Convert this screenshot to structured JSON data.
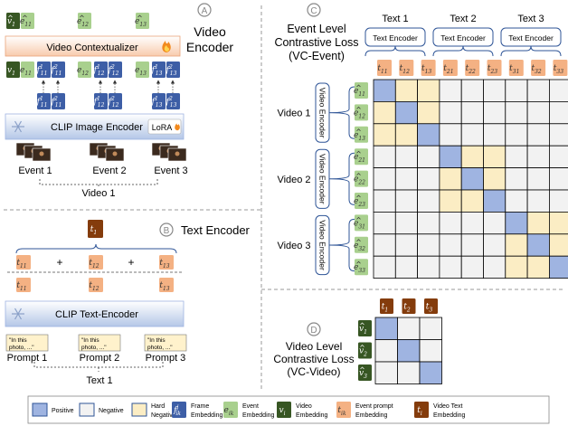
{
  "colors": {
    "positive": "#9fb4e1",
    "negative": "#f2f2f2",
    "hard_negative": "#fbedc4",
    "frame_embedding": "#3d5ea6",
    "event_embedding": "#a9d08e",
    "video_embedding": "#375623",
    "event_prompt_embedding": "#f4b183",
    "video_text_embedding": "#843c0c",
    "contextualizer_top": "#ffffff",
    "contextualizer_bottom": "#f8cbad",
    "clip_bottom": "#b4c7e7"
  },
  "icons": [
    "fire-icon",
    "snowflake-icon",
    "lora-fire-icon"
  ],
  "section_a": {
    "marker": "A",
    "title_line1": "Video",
    "title_line2": "Encoder",
    "contextualizer_label": "Video Contextualizer",
    "clip_label": "CLIP Image Encoder",
    "lora_label": "LoRA",
    "events": [
      "Event 1",
      "Event 2",
      "Event 3"
    ],
    "video_label": "Video 1",
    "top_tokens": [
      {
        "main": "v",
        "sub": "1",
        "kind": "video",
        "hat": true
      },
      {
        "main": "e",
        "sub": "11",
        "kind": "event",
        "hat": true
      },
      {
        "main": "e",
        "sub": "12",
        "kind": "event",
        "hat": true
      },
      {
        "main": "e",
        "sub": "13",
        "kind": "event",
        "hat": true
      }
    ],
    "mid_tokens": [
      {
        "main": "v",
        "sub": "1",
        "kind": "video"
      },
      {
        "main": "e",
        "sub": "11",
        "kind": "event"
      },
      {
        "main": "f",
        "sub": "11",
        "sup": "1",
        "kind": "frame"
      },
      {
        "main": "f",
        "sub": "11",
        "sup": "2",
        "kind": "frame"
      },
      {
        "main": "e",
        "sub": "12",
        "kind": "event"
      },
      {
        "main": "f",
        "sub": "12",
        "sup": "1",
        "kind": "frame"
      },
      {
        "main": "f",
        "sub": "12",
        "sup": "2",
        "kind": "frame"
      },
      {
        "main": "e",
        "sub": "13",
        "kind": "event"
      },
      {
        "main": "f",
        "sub": "13",
        "sup": "1",
        "kind": "frame"
      },
      {
        "main": "f",
        "sub": "13",
        "sup": "2",
        "kind": "frame"
      }
    ],
    "low_tokens": [
      {
        "main": "f",
        "sub": "11",
        "sup": "1"
      },
      {
        "main": "f",
        "sub": "11",
        "sup": "2"
      },
      {
        "main": "f",
        "sub": "12",
        "sup": "1"
      },
      {
        "main": "f",
        "sub": "12",
        "sup": "2"
      },
      {
        "main": "f",
        "sub": "13",
        "sup": "1"
      },
      {
        "main": "f",
        "sub": "13",
        "sup": "2"
      }
    ]
  },
  "section_b": {
    "marker": "B",
    "title": "Text Encoder",
    "video_text_token": {
      "main": "t",
      "sub": "1"
    },
    "prompt_tokens": [
      {
        "main": "t",
        "sub": "11"
      },
      {
        "main": "t",
        "sub": "12"
      },
      {
        "main": "t",
        "sub": "13"
      }
    ],
    "plus": "+",
    "clip_text_label": "CLIP Text-Encoder",
    "prompt_box_line1": "\"In this",
    "prompt_box_line2": "photo, ...\"",
    "prompts": [
      "Prompt 1",
      "Prompt 2",
      "Prompt 3"
    ],
    "text_label": "Text 1"
  },
  "section_c": {
    "marker": "C",
    "title_line1": "Event Level",
    "title_line2": "Contrastive Loss",
    "title_line3": "(VC-Event)",
    "texts": [
      "Text 1",
      "Text 2",
      "Text 3"
    ],
    "text_encoder_label": "Text Encoder",
    "column_tokens": [
      {
        "main": "t",
        "sub": "11"
      },
      {
        "main": "t",
        "sub": "12"
      },
      {
        "main": "t",
        "sub": "13"
      },
      {
        "main": "t",
        "sub": "21"
      },
      {
        "main": "t",
        "sub": "22"
      },
      {
        "main": "t",
        "sub": "23"
      },
      {
        "main": "t",
        "sub": "31"
      },
      {
        "main": "t",
        "sub": "32"
      },
      {
        "main": "t",
        "sub": "33"
      }
    ],
    "videos": [
      "Video 1",
      "Video 2",
      "Video 3"
    ],
    "video_encoder_label": "Video Encoder",
    "row_tokens": [
      {
        "main": "e",
        "sub": "11"
      },
      {
        "main": "e",
        "sub": "12"
      },
      {
        "main": "e",
        "sub": "13"
      },
      {
        "main": "e",
        "sub": "21"
      },
      {
        "main": "e",
        "sub": "22"
      },
      {
        "main": "e",
        "sub": "23"
      },
      {
        "main": "e",
        "sub": "31"
      },
      {
        "main": "e",
        "sub": "32"
      },
      {
        "main": "e",
        "sub": "33"
      }
    ],
    "matrix": [
      [
        "P",
        "H",
        "H",
        "N",
        "N",
        "N",
        "N",
        "N",
        "N"
      ],
      [
        "H",
        "P",
        "H",
        "N",
        "N",
        "N",
        "N",
        "N",
        "N"
      ],
      [
        "H",
        "H",
        "P",
        "N",
        "N",
        "N",
        "N",
        "N",
        "N"
      ],
      [
        "N",
        "N",
        "N",
        "P",
        "H",
        "H",
        "N",
        "N",
        "N"
      ],
      [
        "N",
        "N",
        "N",
        "H",
        "P",
        "H",
        "N",
        "N",
        "N"
      ],
      [
        "N",
        "N",
        "N",
        "H",
        "H",
        "P",
        "N",
        "N",
        "N"
      ],
      [
        "N",
        "N",
        "N",
        "N",
        "N",
        "N",
        "P",
        "H",
        "H"
      ],
      [
        "N",
        "N",
        "N",
        "N",
        "N",
        "N",
        "H",
        "P",
        "H"
      ],
      [
        "N",
        "N",
        "N",
        "N",
        "N",
        "N",
        "H",
        "H",
        "P"
      ]
    ]
  },
  "section_d": {
    "marker": "D",
    "title_line1": "Video Level",
    "title_line2": "Contrastive Loss",
    "title_line3": "(VC-Video)",
    "column_tokens": [
      {
        "main": "t",
        "sub": "1"
      },
      {
        "main": "t",
        "sub": "2"
      },
      {
        "main": "t",
        "sub": "3"
      }
    ],
    "row_tokens": [
      {
        "main": "v",
        "sub": "1"
      },
      {
        "main": "v",
        "sub": "2"
      },
      {
        "main": "v",
        "sub": "3"
      }
    ],
    "matrix": [
      [
        "P",
        "N",
        "N"
      ],
      [
        "N",
        "P",
        "N"
      ],
      [
        "N",
        "N",
        "P"
      ]
    ]
  },
  "legend": [
    {
      "kind": "swatch",
      "fill": "positive",
      "label": "Positive"
    },
    {
      "kind": "swatch",
      "fill": "negative",
      "label": "Negative"
    },
    {
      "kind": "swatch",
      "fill": "hard_negative",
      "label": "Hard",
      "label2": "Negative"
    },
    {
      "kind": "token",
      "fill": "frame_embedding",
      "token": "f",
      "sub": "ik",
      "sup": "j",
      "label": "Frame",
      "label2": "Embedding"
    },
    {
      "kind": "token",
      "fill": "event_embedding",
      "token": "e",
      "sub": "ik",
      "label": "Event",
      "label2": "Embedding"
    },
    {
      "kind": "token",
      "fill": "video_embedding",
      "token": "v",
      "sub": "i",
      "label": "Video",
      "label2": "Embedding"
    },
    {
      "kind": "token",
      "fill": "event_prompt_embedding",
      "token": "t",
      "sub": "ik",
      "label": "Event prompt",
      "label2": "Embedding"
    },
    {
      "kind": "token",
      "fill": "video_text_embedding",
      "token": "t",
      "sub": "i",
      "label": "Video Text",
      "label2": "Embedding"
    }
  ]
}
